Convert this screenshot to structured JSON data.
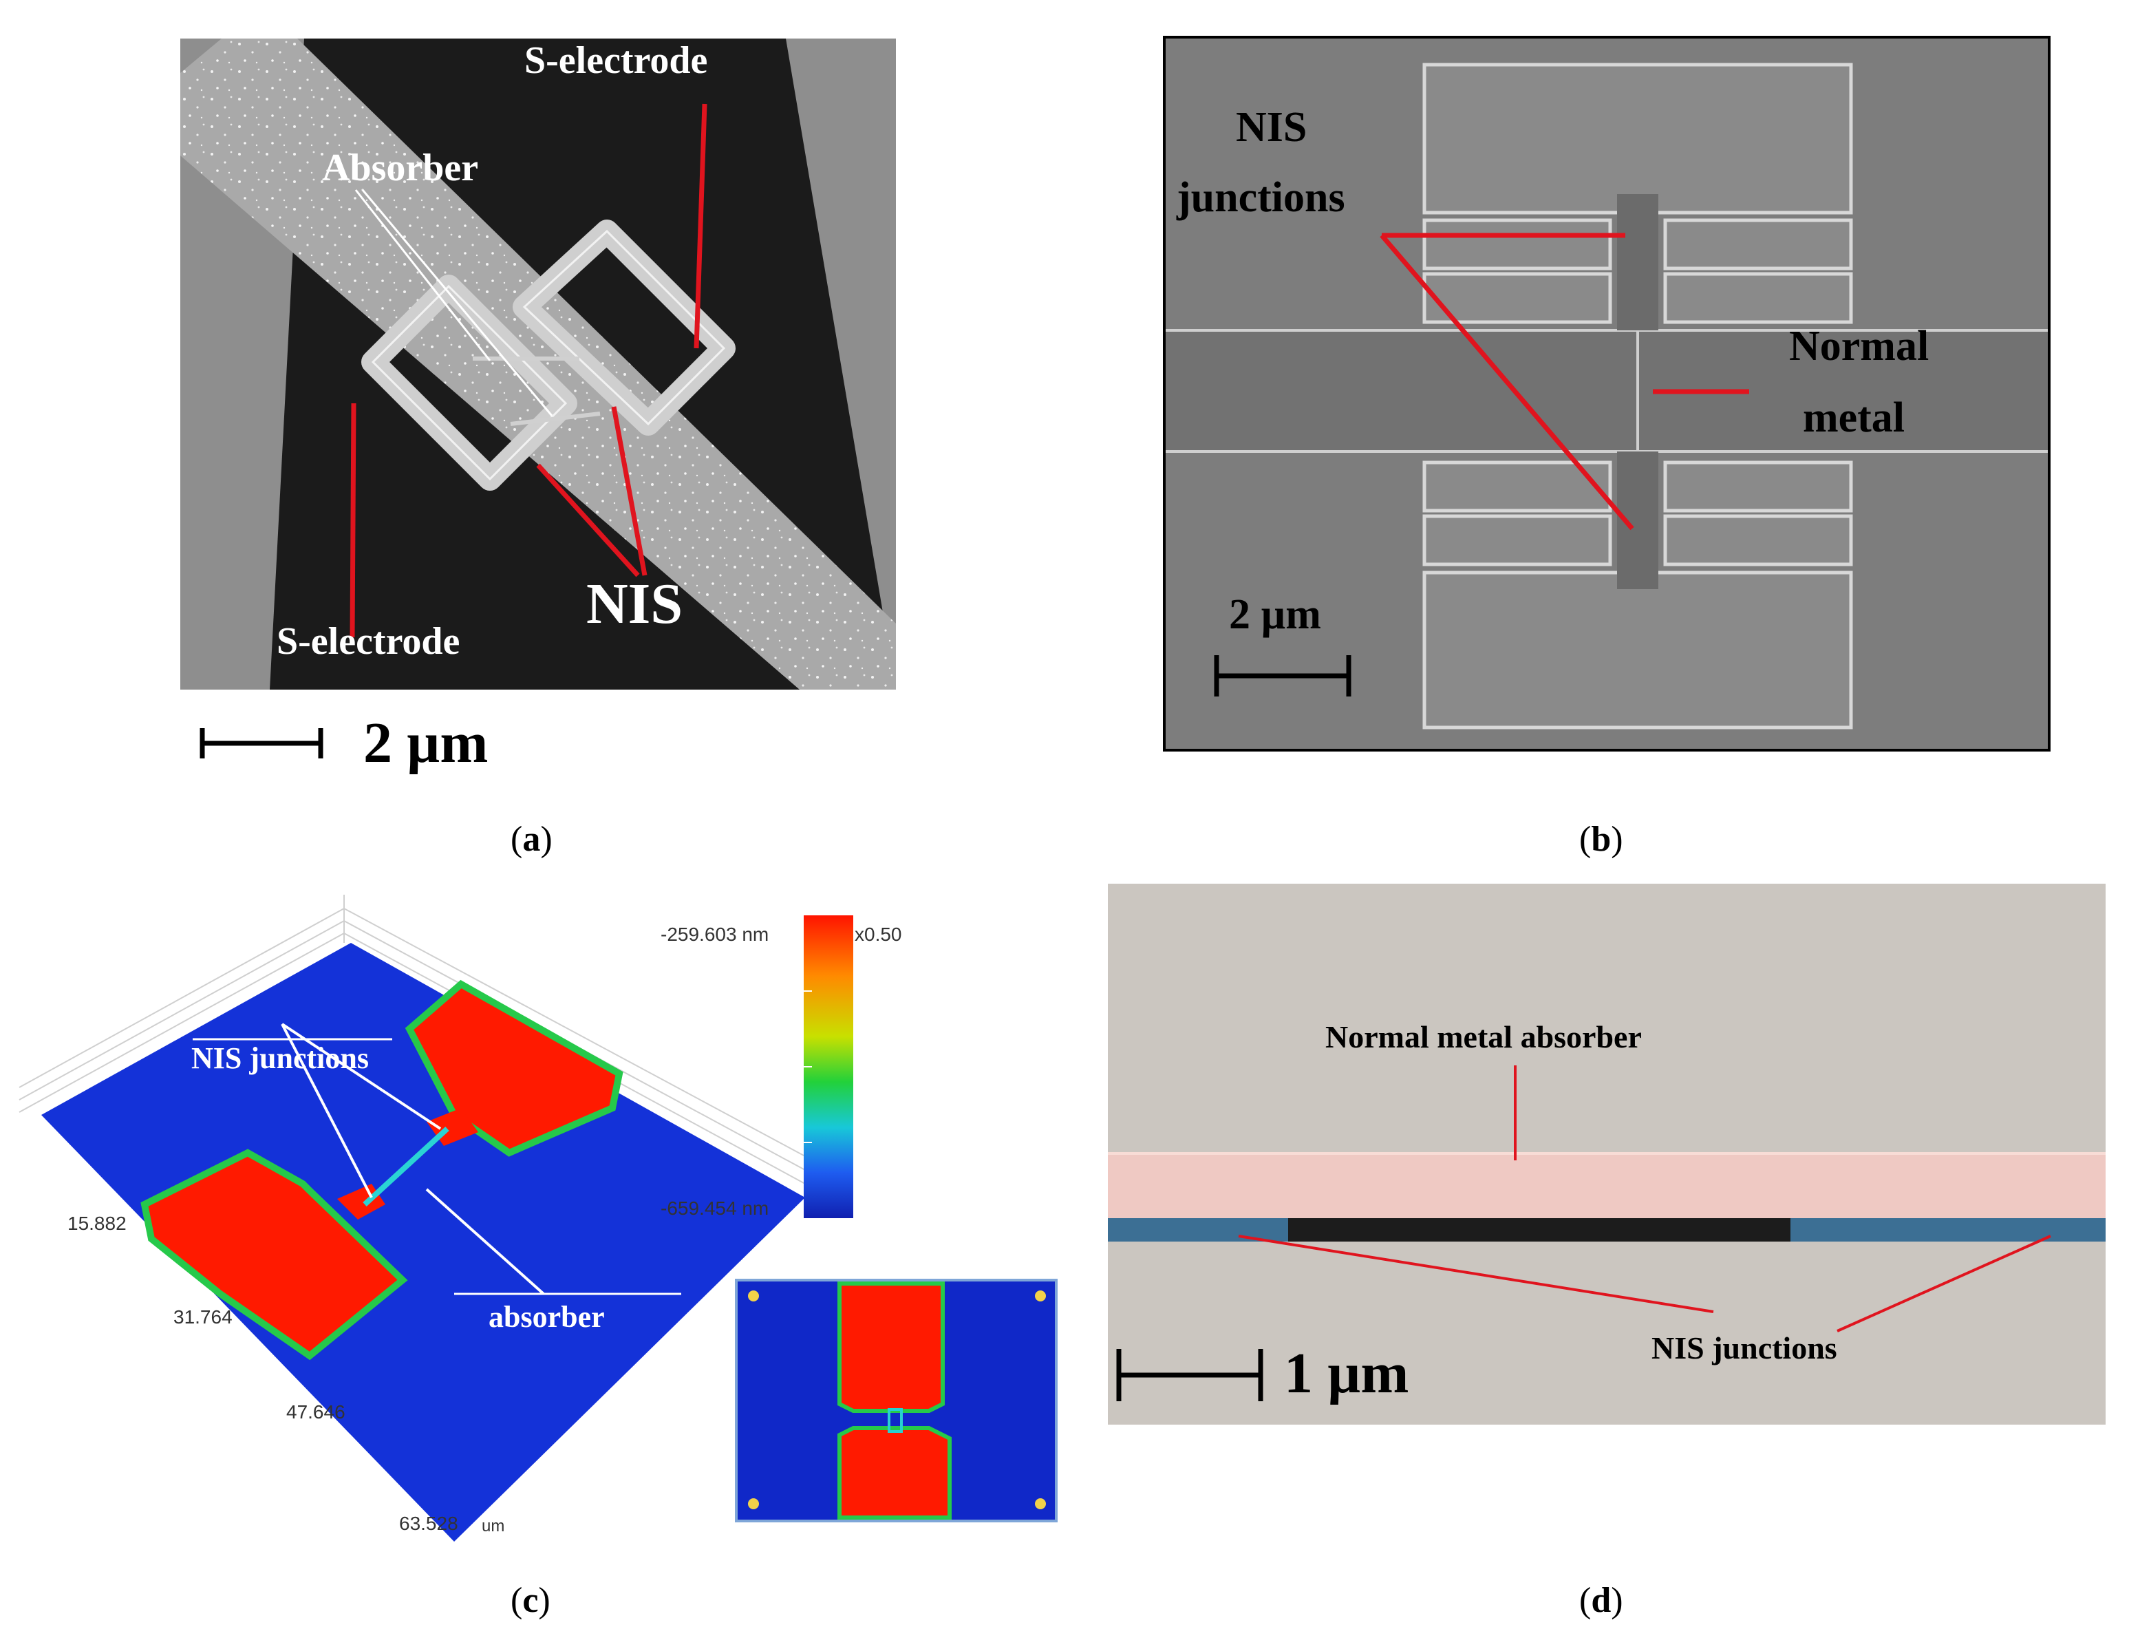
{
  "panels": {
    "a": {
      "caption_letter": "a",
      "labels": {
        "s_electrode_top": "S-electrode",
        "absorber": "Absorber",
        "nis": "NIS",
        "s_electrode_bottom": "S-electrode"
      },
      "scale_bar": "2 µm"
    },
    "b": {
      "caption_letter": "b",
      "labels": {
        "nis_line1": "NIS",
        "nis_line2": "junctions",
        "normal_line1": "Normal",
        "normal_line2": "metal"
      },
      "scale_bar": "2 µm"
    },
    "c": {
      "caption_letter": "c",
      "labels": {
        "nis_junctions": "NIS junctions",
        "absorber": "absorber"
      },
      "colorbar": {
        "max_label": "-259.603 nm",
        "max_suffix": "x0.50",
        "min_label": "-659.454 nm"
      },
      "axis_ticks": [
        "15.882",
        "31.764",
        "47.646",
        "63.528"
      ],
      "axis_unit": "um"
    },
    "d": {
      "caption_letter": "d",
      "labels": {
        "normal_metal_absorber": "Normal metal absorber",
        "nis_junctions": "NIS junctions"
      },
      "scale_bar": "1 µm"
    }
  },
  "colors": {
    "marker_red": "#e0141e",
    "sem_dark": "#1c1c1c",
    "sem_gray": "#8a8a8a",
    "height_high": "#ff1a00",
    "height_low": "#1030d8"
  }
}
